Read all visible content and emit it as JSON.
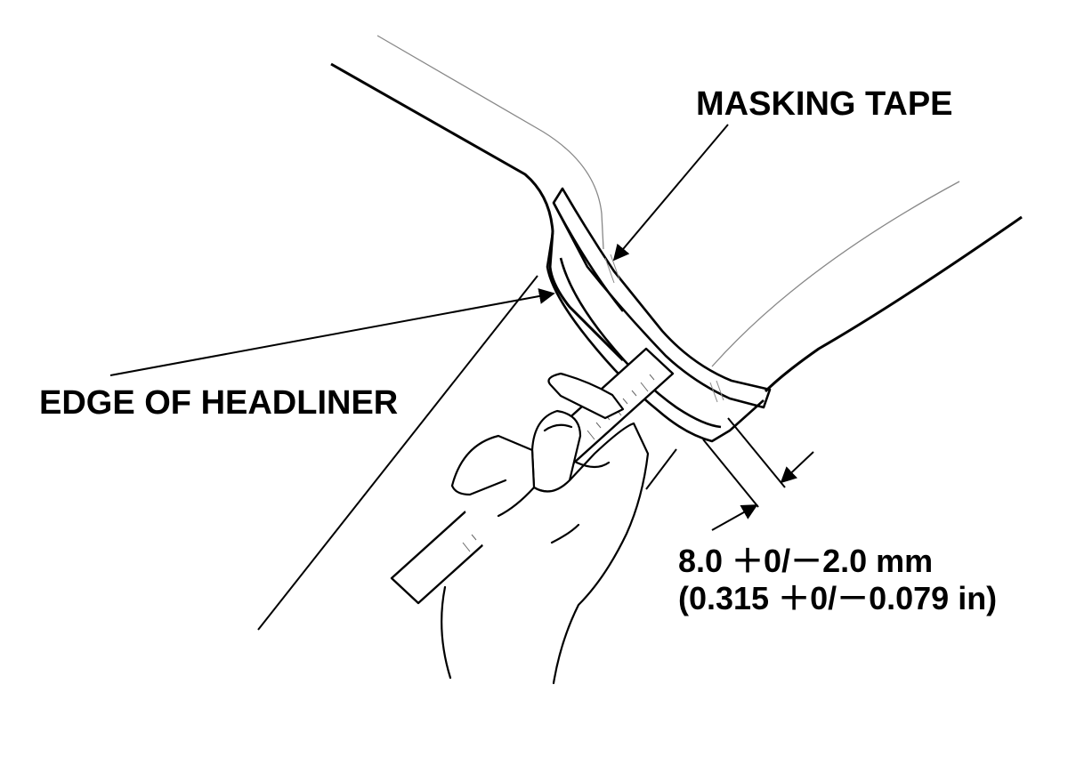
{
  "labels": {
    "masking_tape": "MASKING TAPE",
    "edge_of_headliner": "EDGE OF HEADLINER",
    "dimension_mm": "8.0 ＋0/－2.0 mm",
    "dimension_in": "(0.315 ＋0/－0.079 in)"
  },
  "colors": {
    "ink": "#000000",
    "background": "#ffffff",
    "hint": "#888888"
  }
}
